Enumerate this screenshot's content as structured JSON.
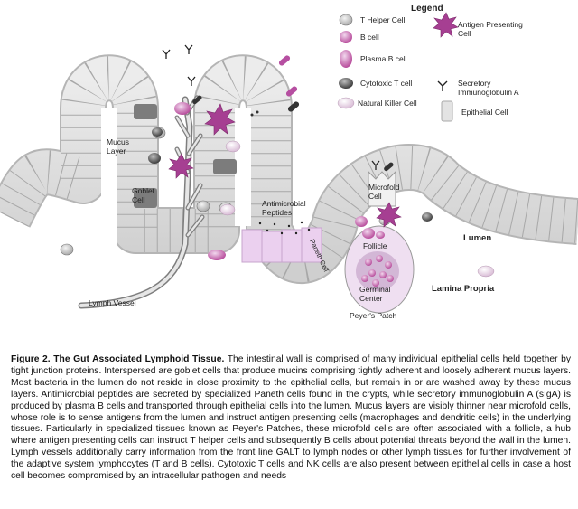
{
  "legend": {
    "title": "Legend",
    "items": [
      {
        "key": "t_helper",
        "label": "T Helper Cell"
      },
      {
        "key": "b_cell",
        "label": "B cell"
      },
      {
        "key": "plasma_b",
        "label": "Plasma B cell"
      },
      {
        "key": "cytotoxic_t",
        "label": "Cytotoxic T cell"
      },
      {
        "key": "nk",
        "label": "Natural Killer Cell"
      },
      {
        "key": "apc",
        "label": "Antigen Presenting Cell"
      },
      {
        "key": "siga",
        "label": "Secretory Immunoglobulin A"
      },
      {
        "key": "epithelial",
        "label": "Epithelial Cell"
      }
    ]
  },
  "labels": {
    "mucus_layer": "Mucus Layer",
    "goblet_cell": "Goblet Cell",
    "antimicrobial_peptides": "Antimicrobial Peptides",
    "paneth_cell": "Paneth Cell",
    "microfold_cell": "Microfold Cell",
    "follicle": "Follicle",
    "germinal_center": "Germinal Center",
    "peyers_patch": "Peyer's Patch",
    "lumen": "Lumen",
    "lamina_propria": "Lamina Propria",
    "lymph_vessel": "Lymph Vessel"
  },
  "caption": {
    "title": "Figure 2. The Gut Associated Lymphoid Tissue.",
    "body": "The intestinal wall is comprised of many individual epithelial cells held together by tight junction proteins. Interspersed are goblet cells that produce mucins comprising tightly adherent and loosely adherent mucus layers. Most bacteria in the lumen do not reside in close proximity to the epithelial cells, but remain in or are washed away by these mucus layers. Antimicrobial peptides are secreted by specialized Paneth cells found in the crypts, while secretory immunoglobulin A (sIgA) is produced by plasma B cells and transported through epithelial cells into the lumen. Mucus layers are visibly thinner near microfold cells, whose role is to sense antigens from the lumen and instruct antigen presenting cells (macrophages and dendritic cells) in the underlying tissues. Particularly in specialized tissues known as Peyer's Patches, these microfold cells are often associated with a follicle, a hub where antigen presenting cells can instruct T helper cells and subsequently B cells about potential threats beyond the wall in the lumen. Lymph vessels additionally carry information from the front line GALT to lymph nodes or other lymph tissues for further involvement of the adaptive system lymphocytes (T and B cells). Cytotoxic T cells and NK cells are also present between epithelial cells in case a host cell becomes compromised by an intracellular pathogen and needs"
  },
  "colors": {
    "epithelium": "#e3e3e3",
    "epithelium_stroke": "#9a9a9a",
    "goblet": "#7a7a7a",
    "paneth": "#e9c8ee",
    "b_cell": "#b03a8f",
    "plasma": "#c24a9a",
    "apc": "#a03d8f",
    "follicle": "#ead7ee"
  }
}
